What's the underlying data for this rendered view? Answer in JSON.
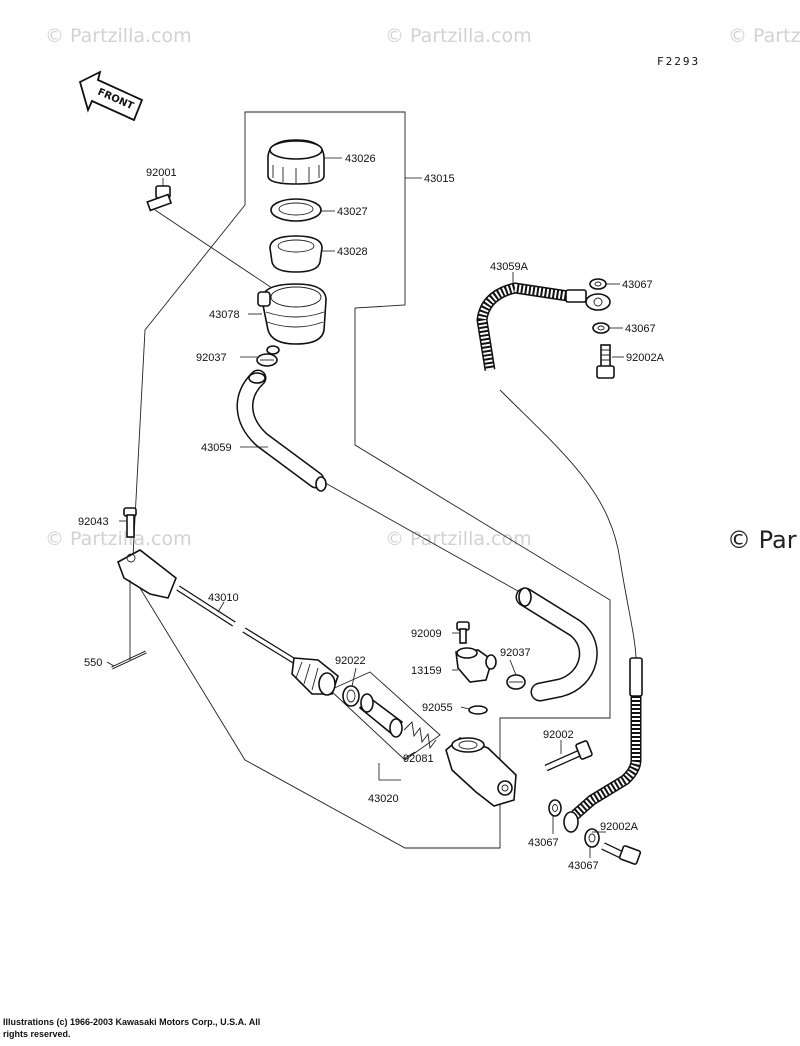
{
  "diagram": {
    "code": "F2293",
    "front_label": "FRONT",
    "watermark": "© Partzilla.com",
    "watermark_cut": "© Partz",
    "watermark_big": "© Par",
    "copyright": "Illustrations (c) 1966-2003 Kawasaki Motors Corp., U.S.A. All rights reserved."
  },
  "labels": {
    "p43026": "43026",
    "p43015": "43015",
    "p92001": "92001",
    "p43027": "43027",
    "p43028": "43028",
    "p43059A": "43059A",
    "p43067a": "43067",
    "p43078": "43078",
    "p43067b": "43067",
    "p92037a": "92037",
    "p92002A_top": "92002A",
    "p43059": "43059",
    "p92043": "92043",
    "p43010": "43010",
    "p92009": "92009",
    "p92037b": "92037",
    "p550": "550",
    "p92022": "92022",
    "p13159": "13159",
    "p92055": "92055",
    "p92002": "92002",
    "p92081": "92081",
    "p43020": "43020",
    "p43067c": "43067",
    "p92002A_bot": "92002A",
    "p43067d": "43067"
  }
}
